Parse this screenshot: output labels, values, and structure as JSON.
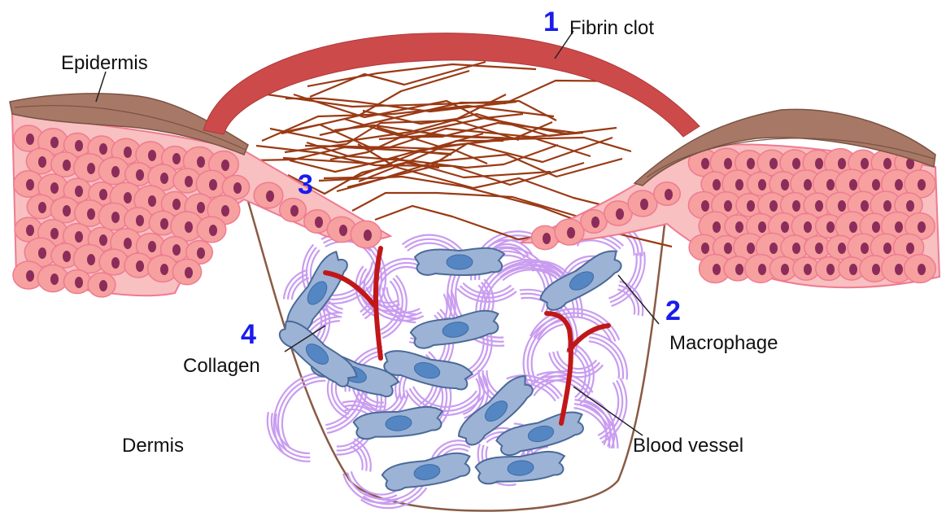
{
  "labels": {
    "fibrin_clot": "Fibrin clot",
    "epidermis": "Epidermis",
    "macrophage": "Macrophage",
    "collagen": "Collagen",
    "dermis": "Dermis",
    "blood_vessel": "Blood vessel"
  },
  "numbers": {
    "one": "1",
    "two": "2",
    "three": "3",
    "four": "4"
  },
  "colors": {
    "number_blue": "#1a1aee",
    "clot": "#cd4a4a",
    "epidermis_top": "#a87866",
    "cell_fill": "#f6a0a0",
    "cell_nucleus": "#8c2c5a",
    "fibrin_strand": "#9a3a14",
    "macrophage_fill": "#9cb3d6",
    "macrophage_nucleus": "#5586c4",
    "collagen": "#c99cf0",
    "vessel": "#c01818",
    "wound_outline": "#8a5a44"
  }
}
